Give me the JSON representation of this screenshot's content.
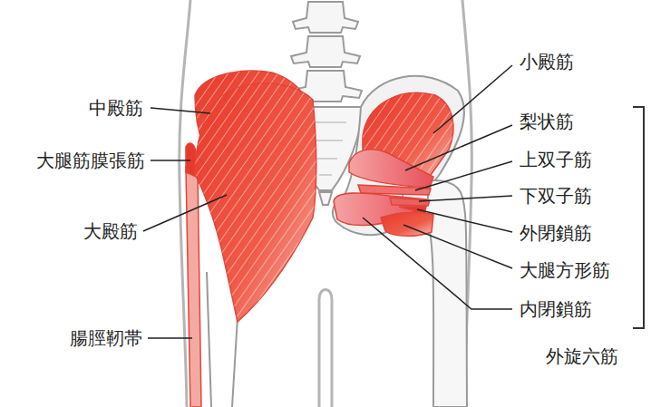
{
  "diagram": {
    "labels": [
      "中殿筋",
      "大腿筋膜張筋",
      "大殿筋",
      "腸脛靭帯",
      "小殿筋",
      "梨状筋",
      "上双子筋",
      "下双子筋",
      "外閉鎖筋",
      "大腿方形筋",
      "内閉鎖筋",
      "外旋六筋"
    ]
  }
}
